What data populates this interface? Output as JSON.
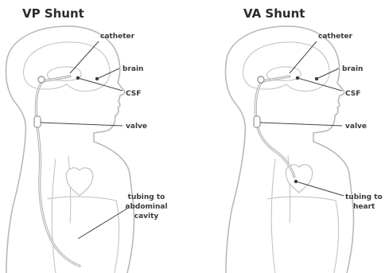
{
  "vp": {
    "title": "VP Shunt",
    "labels": {
      "catheter": "catheter",
      "brain": "brain",
      "csf": "CSF",
      "valve": "valve",
      "tubing_line1": "tubing to",
      "tubing_line2": "abdominal",
      "tubing_line3": "cavity"
    }
  },
  "va": {
    "title": "VA Shunt",
    "labels": {
      "catheter": "catheter",
      "brain": "brain",
      "csf": "CSF",
      "valve": "valve",
      "tubing_line1": "tubing to",
      "tubing_line2": "heart"
    }
  },
  "colors": {
    "outline": "#b9b9b9",
    "tubing": "#a8a8a8",
    "text": "#3a3a3a"
  }
}
